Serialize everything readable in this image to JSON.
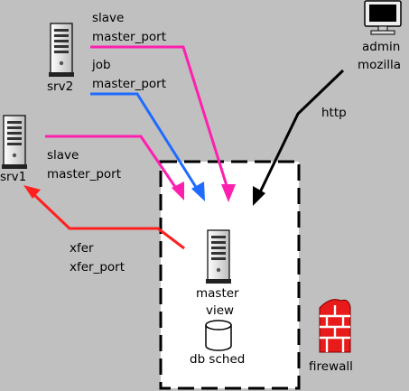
{
  "colors": {
    "background": "#c0c0c0",
    "zone_fill": "#ffffff",
    "slave_link": "#ff1fae",
    "job_link": "#1f6bff",
    "xfer_link": "#ff1f1f",
    "http_link": "#000000",
    "firewall": "#e81a1a"
  },
  "nodes": {
    "srv2": "srv2",
    "srv1": "srv1",
    "admin": {
      "line1": "admin",
      "line2": "mozilla"
    },
    "master": {
      "line1": "master",
      "line2": "view"
    },
    "db": "db sched",
    "firewall": "firewall"
  },
  "links": {
    "srv2_slave": {
      "line1": "slave",
      "line2": "master_port"
    },
    "srv2_job": {
      "line1": "job",
      "line2": "master_port"
    },
    "srv1_slave": {
      "line1": "slave",
      "line2": "master_port"
    },
    "xfer": {
      "line1": "xfer",
      "line2": "xfer_port"
    },
    "http": "http"
  }
}
